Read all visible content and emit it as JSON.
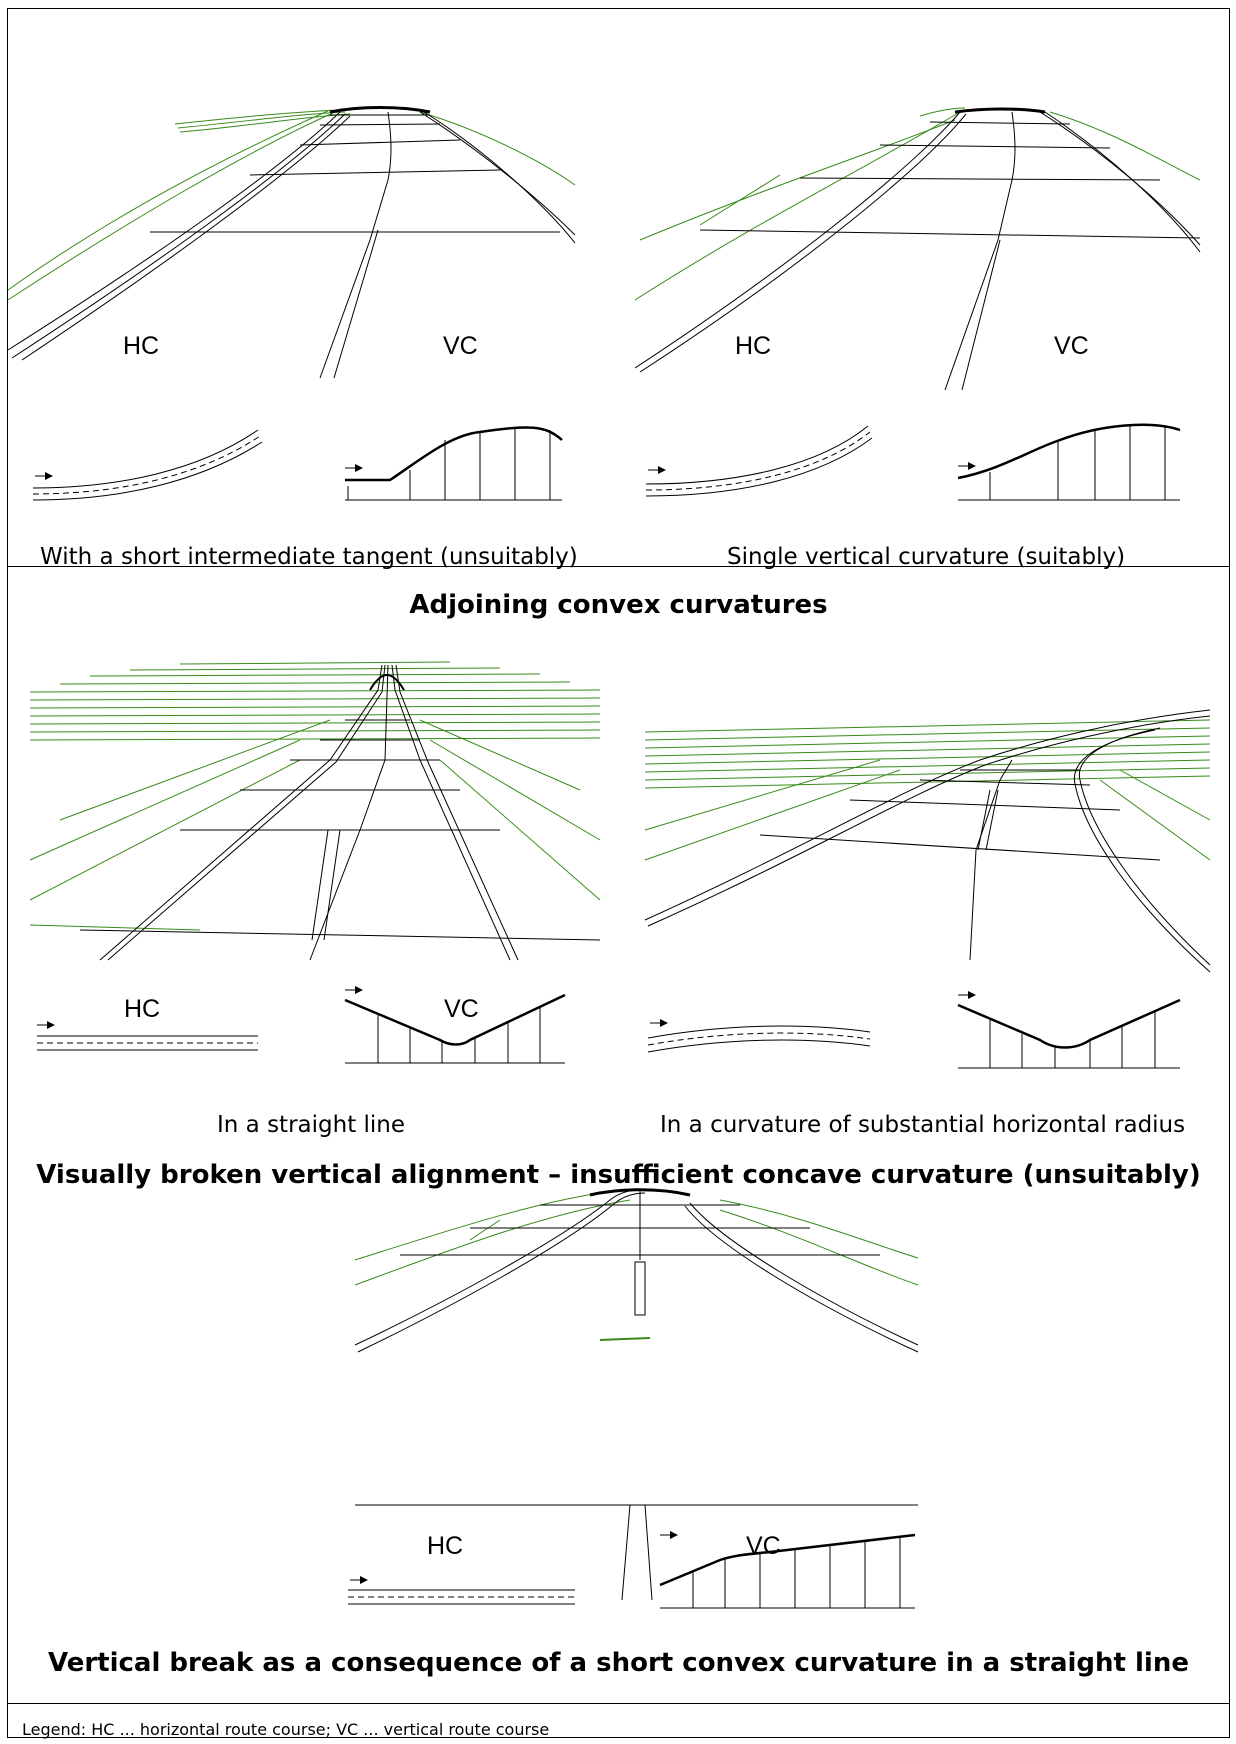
{
  "panel_labels": {
    "hc": "HC",
    "vc": "VC"
  },
  "section1": {
    "title": "Adjoining convex curvatures",
    "left_caption": "With a short intermediate tangent (unsuitably)",
    "right_caption": "Single vertical curvature (suitably)"
  },
  "section2": {
    "title": "Visually broken vertical alignment – insufficient concave curvature (unsuitably)",
    "left_caption": "In a straight line",
    "right_caption": "In a curvature of substantial horizontal radius"
  },
  "section3": {
    "title": "Vertical break as a consequence of a short convex curvature in a straight line"
  },
  "legend": "Legend: HC ... horizontal route course; VC ... vertical route course",
  "colors": {
    "terrain": "#3a8a1a",
    "road": "#000000"
  }
}
